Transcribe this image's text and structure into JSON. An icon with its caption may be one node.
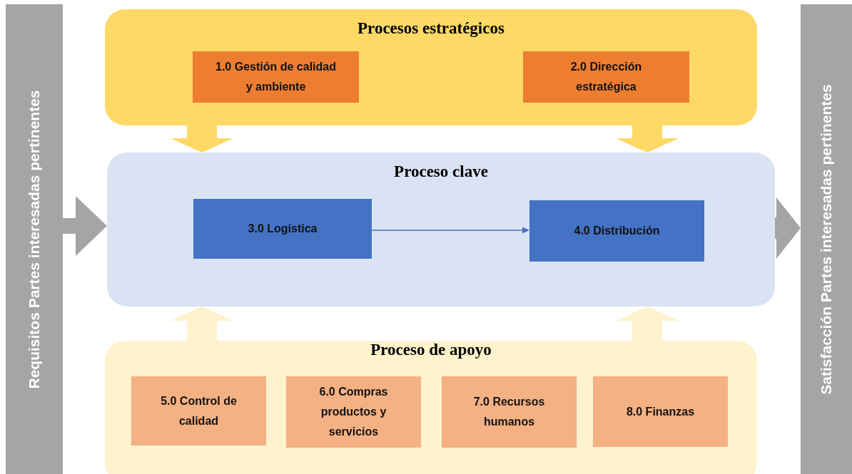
{
  "diagram": {
    "nodes": [
      {
        "text": [
          "Requisitos Partes interesadas pertinentes"
        ]
      },
      {
        "text": [
          "Procesos estratégicos"
        ]
      },
      {
        "text": [
          "1.0 Gestión de calidad y ambiente"
        ],
        "in": 1
      },
      {
        "text": [
          "2.0 Dirección estratégica"
        ],
        "in": 1
      },
      {
        "text": [
          "Proceso clave"
        ]
      },
      {
        "text": [
          "3.0 Logística"
        ],
        "in": 4
      },
      {
        "text": [
          "4.0 Distribución"
        ],
        "in": 4
      },
      {
        "text": [
          "Proceso de apoyo"
        ]
      },
      {
        "text": [
          "5.0 Control de calidad"
        ],
        "in": 7
      },
      {
        "text": [
          "6.0 Compras productos y servicios"
        ],
        "in": 7
      },
      {
        "text": [
          "7.0 Recursos humanos"
        ],
        "in": 7
      },
      {
        "text": [
          "8.0 Finanzas"
        ],
        "in": 7
      },
      {
        "text": [
          "Satisfacción Partes interesadas pertinentes"
        ]
      }
    ],
    "edges": [
      {
        "from": 1,
        "to": 4,
        "arrow": "to",
        "color": "#ffd966"
      },
      {
        "from": 1,
        "to": 4,
        "arrow": "to",
        "color": "#ffd966"
      },
      {
        "from": 7,
        "to": 4,
        "arrow": "to",
        "color": "#fff2cc"
      },
      {
        "from": 7,
        "to": 4,
        "arrow": "to",
        "color": "#fff2cc"
      },
      {
        "from": 0,
        "to": 4,
        "arrow": "to",
        "color": "#a5a5a5"
      },
      {
        "from": 4,
        "to": 12,
        "arrow": "to",
        "color": "#a5a5a5"
      },
      {
        "from": 5,
        "to": 6,
        "arrow": "to",
        "color": "#4472c4"
      }
    ]
  }
}
